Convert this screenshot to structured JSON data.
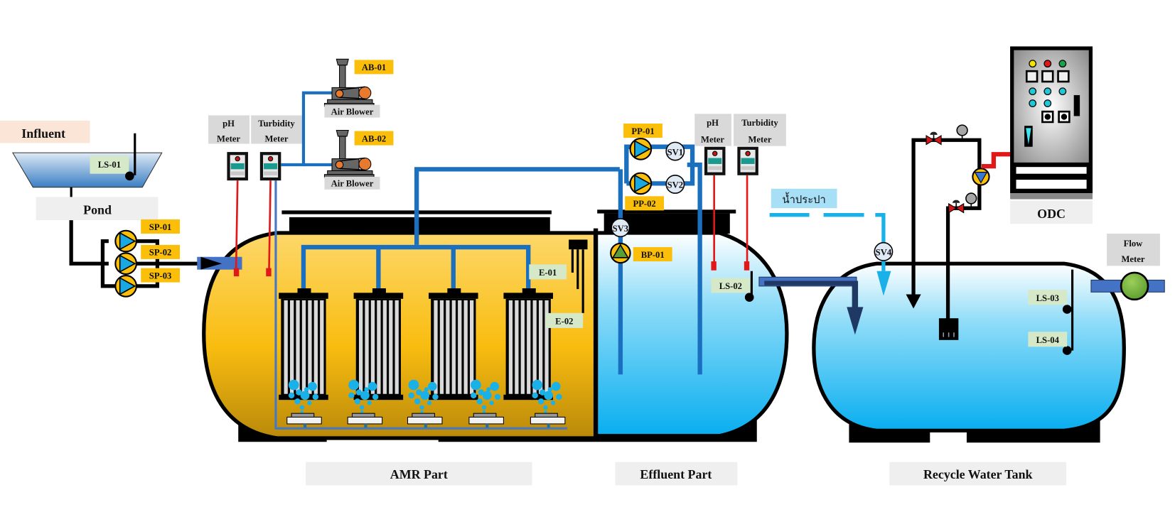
{
  "sections": {
    "influent": "Influent",
    "pond": "Pond",
    "amr": "AMR Part",
    "effluent": "Effluent Part",
    "recycle": "Recycle Water Tank",
    "odc": "ODC",
    "tap_water": "น้ำประปา"
  },
  "meters": {
    "ph_line1": "pH",
    "meter_line2": "Meter",
    "turbidity_line1": "Turbidity",
    "flow_line1": "Flow"
  },
  "equipment": {
    "air_blower": "Air Blower",
    "ab01": "AB-01",
    "ab02": "AB-02",
    "sp01": "SP-01",
    "sp02": "SP-02",
    "sp03": "SP-03",
    "pp01": "PP-01",
    "pp02": "PP-02",
    "bp01": "BP-01",
    "sv1": "SV1",
    "sv2": "SV2",
    "sv3": "SV3",
    "sv4": "SV4"
  },
  "sensors": {
    "ls01": "LS-01",
    "ls02": "LS-02",
    "ls03": "LS-03",
    "ls04": "LS-04",
    "e01": "E-01",
    "e02": "E-02"
  },
  "colors": {
    "tag_yellow": "#fbbf0a",
    "tag_green": "#d5e8c8",
    "label_gray": "#d9d9d9",
    "amr_tank": "#fbbf0a",
    "water_blue": "#1ab8f0",
    "pipe_blue": "#1a6fbf"
  }
}
